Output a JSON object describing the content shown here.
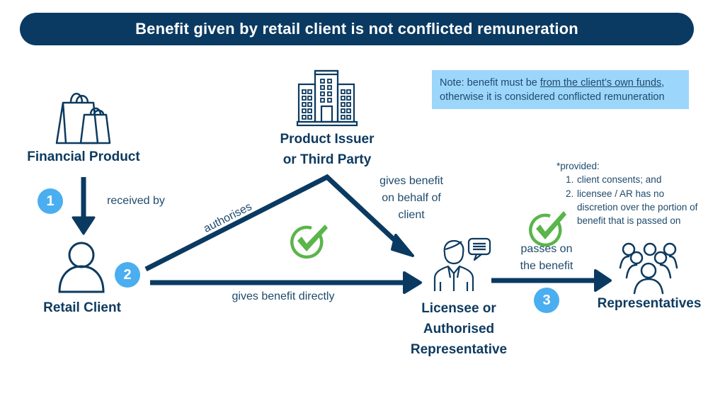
{
  "title": "Benefit given by retail client is not conflicted remuneration",
  "note": {
    "prefix": "Note: benefit must be ",
    "underlined": "from the client’s own funds",
    "suffix": ",",
    "line2": "otherwise it is considered conflicted remuneration"
  },
  "nodes": {
    "financial_product": "Financial Product",
    "product_issuer_line1": "Product Issuer",
    "product_issuer_line2": "or Third Party",
    "retail_client": "Retail Client",
    "licensee_line1": "Licensee or",
    "licensee_line2": "Authorised",
    "licensee_line3": "Representative",
    "representatives": "Representatives"
  },
  "edges": {
    "received_by": "received by",
    "authorises": "authorises",
    "gives_behalf_line1": "gives benefit",
    "gives_behalf_line2": "on behalf of",
    "gives_behalf_line3": "client",
    "gives_directly": "gives benefit directly",
    "passes_line1": "passes on",
    "passes_line2": "the benefit"
  },
  "steps": [
    "1",
    "2",
    "3"
  ],
  "provided": {
    "heading": "*provided:",
    "item1_num": "1.",
    "item1": "client consents; and",
    "item2_num": "2.",
    "item2_line1": "licensee / AR has no",
    "item2_line2": "discretion over the portion of",
    "item2_line3": "benefit that is passed on"
  },
  "colors": {
    "navy": "#0a3a61",
    "step_blue": "#4aaef0",
    "note_bg": "#9dd6fb",
    "check_green": "#5ab54b"
  }
}
